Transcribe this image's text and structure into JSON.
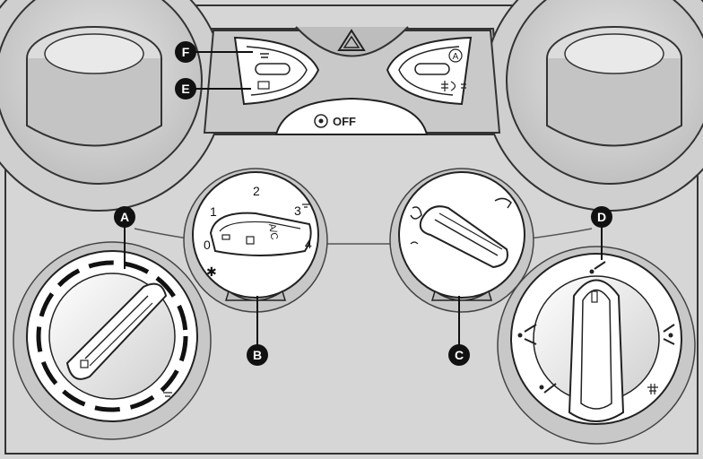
{
  "callouts": [
    {
      "key": "A",
      "label": "A"
    },
    {
      "key": "B",
      "label": "B"
    },
    {
      "key": "C",
      "label": "C"
    },
    {
      "key": "D",
      "label": "D"
    },
    {
      "key": "E",
      "label": "E"
    },
    {
      "key": "F",
      "label": "F"
    }
  ],
  "fan_knob": {
    "speeds": [
      "0",
      "1",
      "2",
      "3",
      "4"
    ],
    "ac_label": "A/C"
  },
  "switch_panel": {
    "off_button_label": "OFF",
    "auto_label": "A"
  },
  "colors": {
    "background": "#d9d9d9",
    "panel": "#cfcfcf",
    "knob_face": "#ffffff",
    "line": "#222222",
    "callout": "#111111"
  }
}
